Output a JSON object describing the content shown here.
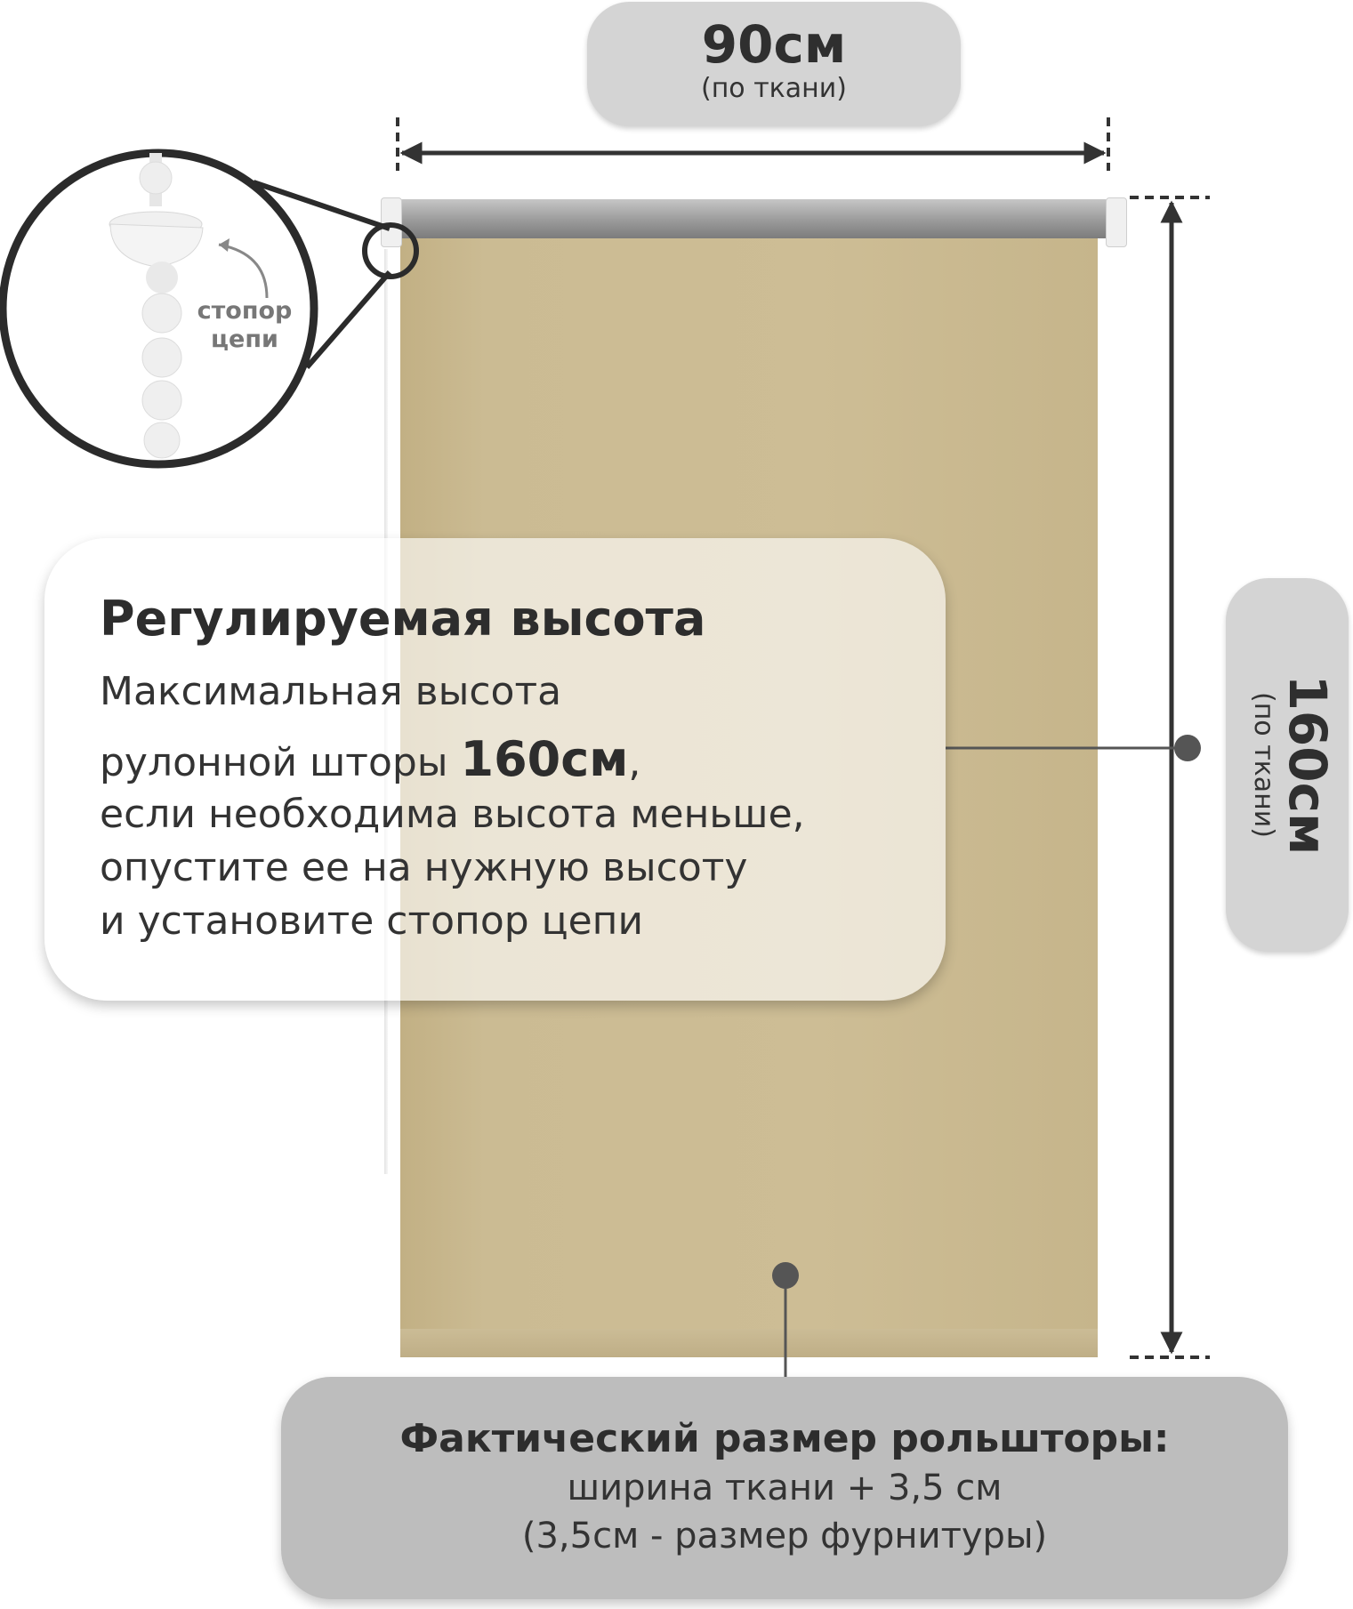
{
  "width_label": {
    "value": "90см",
    "note": "(по ткани)"
  },
  "height_label": {
    "value": "160см",
    "note": "(по ткани)"
  },
  "zoom": {
    "label_line1": "стопор",
    "label_line2": "цепи"
  },
  "info": {
    "title": "Регулируемая высота",
    "line1": "Максимальная высота",
    "line2_prefix": "рулонной шторы ",
    "line2_value": "160см",
    "line2_suffix": ",",
    "line3": "если необходима высота меньше,",
    "line4": "опустите ее на нужную высоту",
    "line5": "и установите стопор цепи"
  },
  "note": {
    "title": "Фактический размер рольшторы:",
    "line1": "ширина ткани + 3,5 см",
    "line2": "(3,5см - размер фурнитуры)"
  },
  "colors": {
    "fabric": "#cdbd95",
    "roller": "#a8a8a8",
    "pill": "#d4d4d4",
    "note_box": "#bdbdbd",
    "lines": "#333333"
  }
}
